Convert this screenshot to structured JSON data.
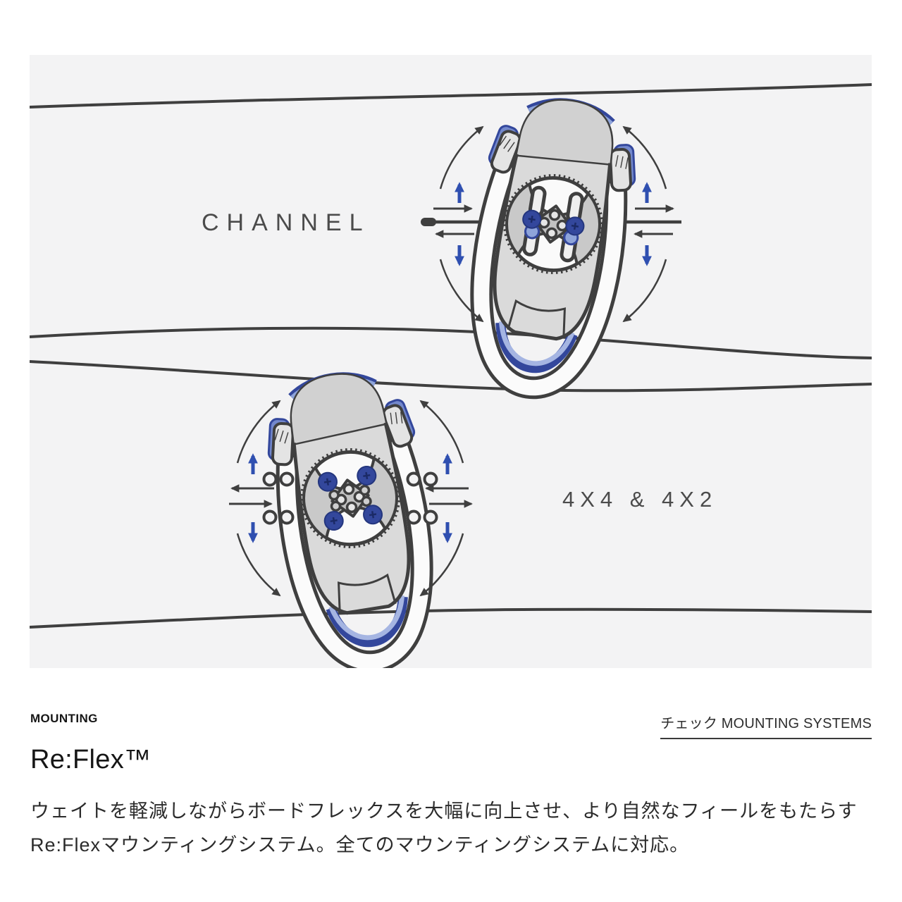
{
  "diagram": {
    "channel_label": "CHANNEL",
    "pattern_label": "4X4 & 4X2",
    "icons": [
      "snowboard-edge-lines",
      "binding-channel-mount",
      "binding-4x4-mount",
      "rotation-arrows",
      "slide-arrows",
      "insert-dots"
    ]
  },
  "info": {
    "eyebrow": "MOUNTING",
    "link_label": "チェック MOUNTING SYSTEMS",
    "title": "Re:Flex™",
    "description_lines": [
      "ウェイトを軽減しながらボードフレックスを大幅に向上させ、より自然なフィールをもたらす",
      "Re:Flexマウンティングシステム。全てのマウンティングシステムに対応。"
    ]
  },
  "theme": {
    "line": "#3f3f3f",
    "blue": "#2f4fb0",
    "blue-dark": "#33479c",
    "blue-light": "#9db0e0",
    "panel-bg": "#f3f3f4",
    "base-gray": "#dadada",
    "disc-gray": "#c9c9c9",
    "label-gray": "#4b4b4b",
    "ink": "#161616",
    "body-ink": "#2b2b2b"
  }
}
